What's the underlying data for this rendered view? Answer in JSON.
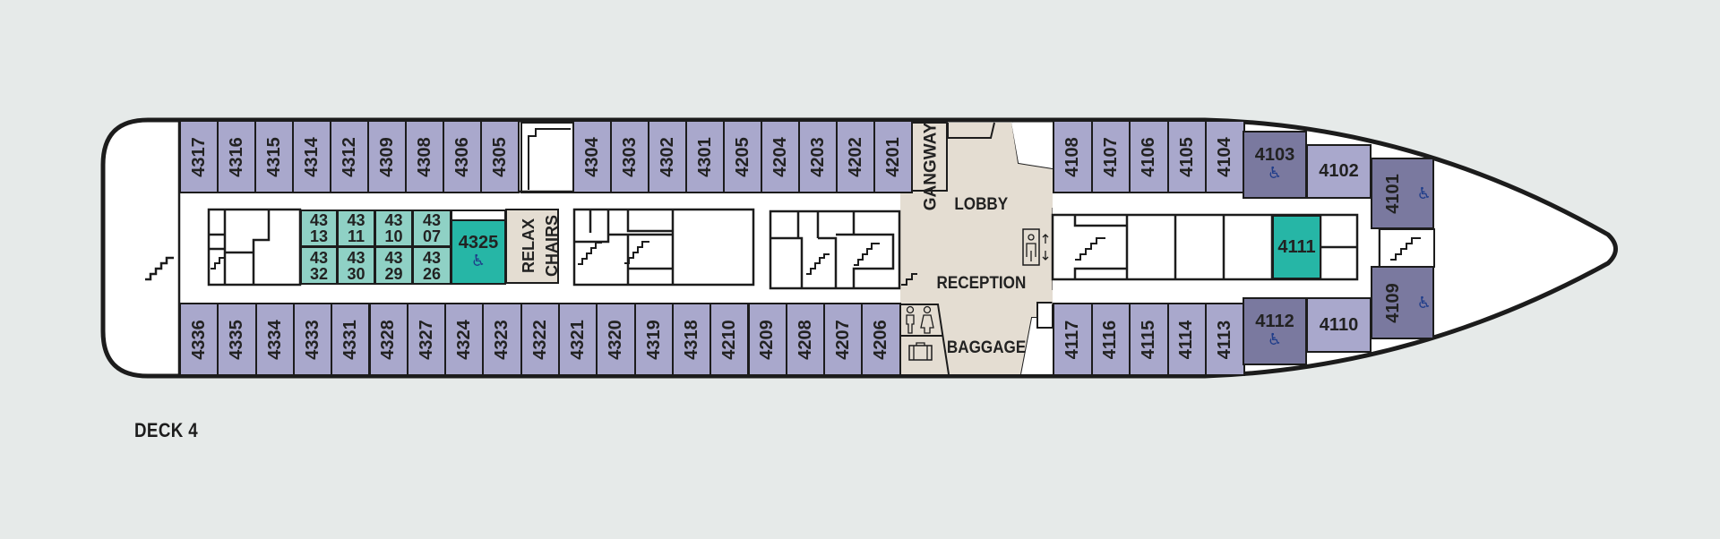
{
  "deck": {
    "label": "DECK 4"
  },
  "colors": {
    "background": "#e6eae9",
    "standard_cabin": "#a9a8cc",
    "accessible_cabin": "#7a799f",
    "teal_cabin": "#26b6a6",
    "light_teal_cabin": "#8fd1c5",
    "public_area": "#e4ddd2",
    "outline": "#1c1c1c"
  },
  "areas": {
    "gangway": "GANGWAY",
    "lobby": "LOBBY",
    "reception": "RECEPTION",
    "baggage": "BAGGAGE",
    "relax_chairs": "RELAX CHAIRS",
    "relax": "RELAX",
    "chairs": "CHAIRS"
  },
  "cabins_top_aft": [
    "4317",
    "4316",
    "4315",
    "4314",
    "4312",
    "4309",
    "4308",
    "4306",
    "4305"
  ],
  "cabins_top_mid": [
    "4304",
    "4303",
    "4302",
    "4301",
    "4205",
    "4204",
    "4203",
    "4202",
    "4201"
  ],
  "cabins_bottom_aft": [
    "4336",
    "4335",
    "4334",
    "4333",
    "4331",
    "4328",
    "4327",
    "4324",
    "4323",
    "4322",
    "4321",
    "4320",
    "4319",
    "4318",
    "4210",
    "4209",
    "4208",
    "4207",
    "4206"
  ],
  "cabins_top_fwd": [
    "4108",
    "4107",
    "4106",
    "4105",
    "4104"
  ],
  "cabins_bottom_fwd": [
    "4117",
    "4116",
    "4115",
    "4114",
    "4113"
  ],
  "inner_cabins": {
    "top": [
      {
        "a": "43",
        "b": "13"
      },
      {
        "a": "43",
        "b": "11"
      },
      {
        "a": "43",
        "b": "10"
      },
      {
        "a": "43",
        "b": "07"
      }
    ],
    "bottom": [
      {
        "a": "43",
        "b": "32"
      },
      {
        "a": "43",
        "b": "30"
      },
      {
        "a": "43",
        "b": "29"
      },
      {
        "a": "43",
        "b": "26"
      }
    ]
  },
  "special_cabins": {
    "c4325": "4325",
    "c4111": "4111",
    "c4103": "4103",
    "c4102": "4102",
    "c4101": "4101",
    "c4112": "4112",
    "c4110": "4110",
    "c4109": "4109"
  },
  "icons": {
    "accessible": "♿",
    "accessible_symbol": "wheelchair-icon",
    "elevator": "elevator-icon",
    "stairs": "stairs-icon",
    "restroom": "restroom-icon",
    "baggage": "suitcase-icon"
  }
}
